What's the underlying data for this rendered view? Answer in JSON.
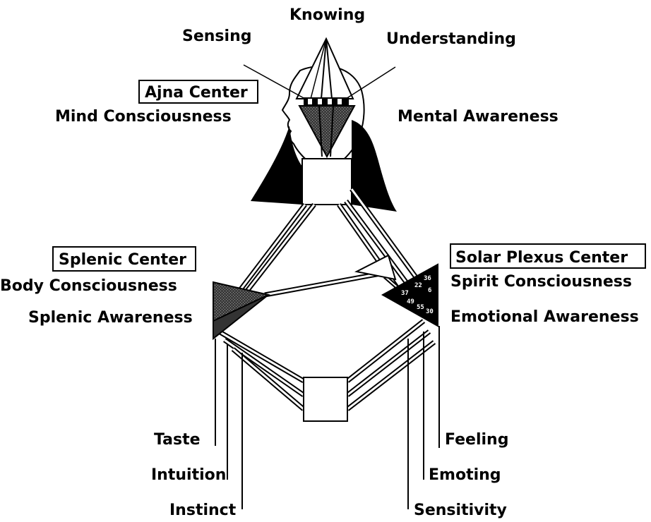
{
  "top_labels": {
    "knowing": "Knowing",
    "sensing": "Sensing",
    "understanding": "Understanding"
  },
  "ajna": {
    "title": "Ajna Center",
    "consciousness": "Mind Consciousness",
    "awareness": "Mental Awareness"
  },
  "splenic": {
    "title": "Splenic Center",
    "consciousness": "Body Consciousness",
    "awareness": "Splenic Awareness",
    "streams": [
      "Taste",
      "Intuition",
      "Instinct"
    ]
  },
  "solar_plexus": {
    "title": "Solar Plexus Center",
    "consciousness": "Spirit Consciousness",
    "awareness": "Emotional Awareness",
    "streams": [
      "Feeling",
      "Emoting",
      "Sensitivity"
    ],
    "gates": [
      "36",
      "22",
      "37",
      "6",
      "49",
      "55",
      "30"
    ]
  },
  "colors": {
    "ink": "#000000",
    "background": "#ffffff",
    "center_fill": "#555555"
  }
}
